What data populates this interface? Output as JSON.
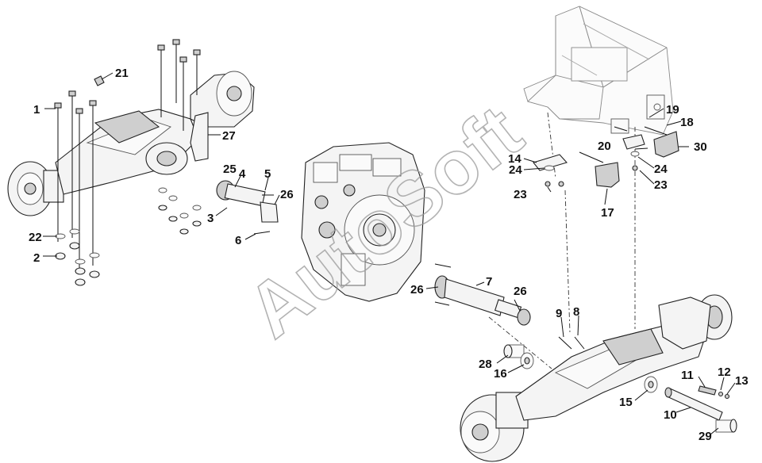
{
  "watermark": "AutoSoft",
  "callouts": {
    "c1": "1",
    "c2": "2",
    "c3": "3",
    "c4": "4",
    "c5": "5",
    "c6": "6",
    "c7": "7",
    "c8": "8",
    "c9": "9",
    "c10": "10",
    "c11": "11",
    "c12": "12",
    "c13": "13",
    "c14": "14",
    "c15": "15",
    "c16": "16",
    "c17": "17",
    "c18": "18",
    "c19": "19",
    "c20": "20",
    "c21": "21",
    "c22": "22",
    "c23a": "23",
    "c23b": "23",
    "c24a": "24",
    "c24b": "24",
    "c25": "25",
    "c26a": "26",
    "c26b": "26",
    "c26c": "26",
    "c27": "27",
    "c28": "28",
    "c29": "29",
    "c30": "30"
  }
}
